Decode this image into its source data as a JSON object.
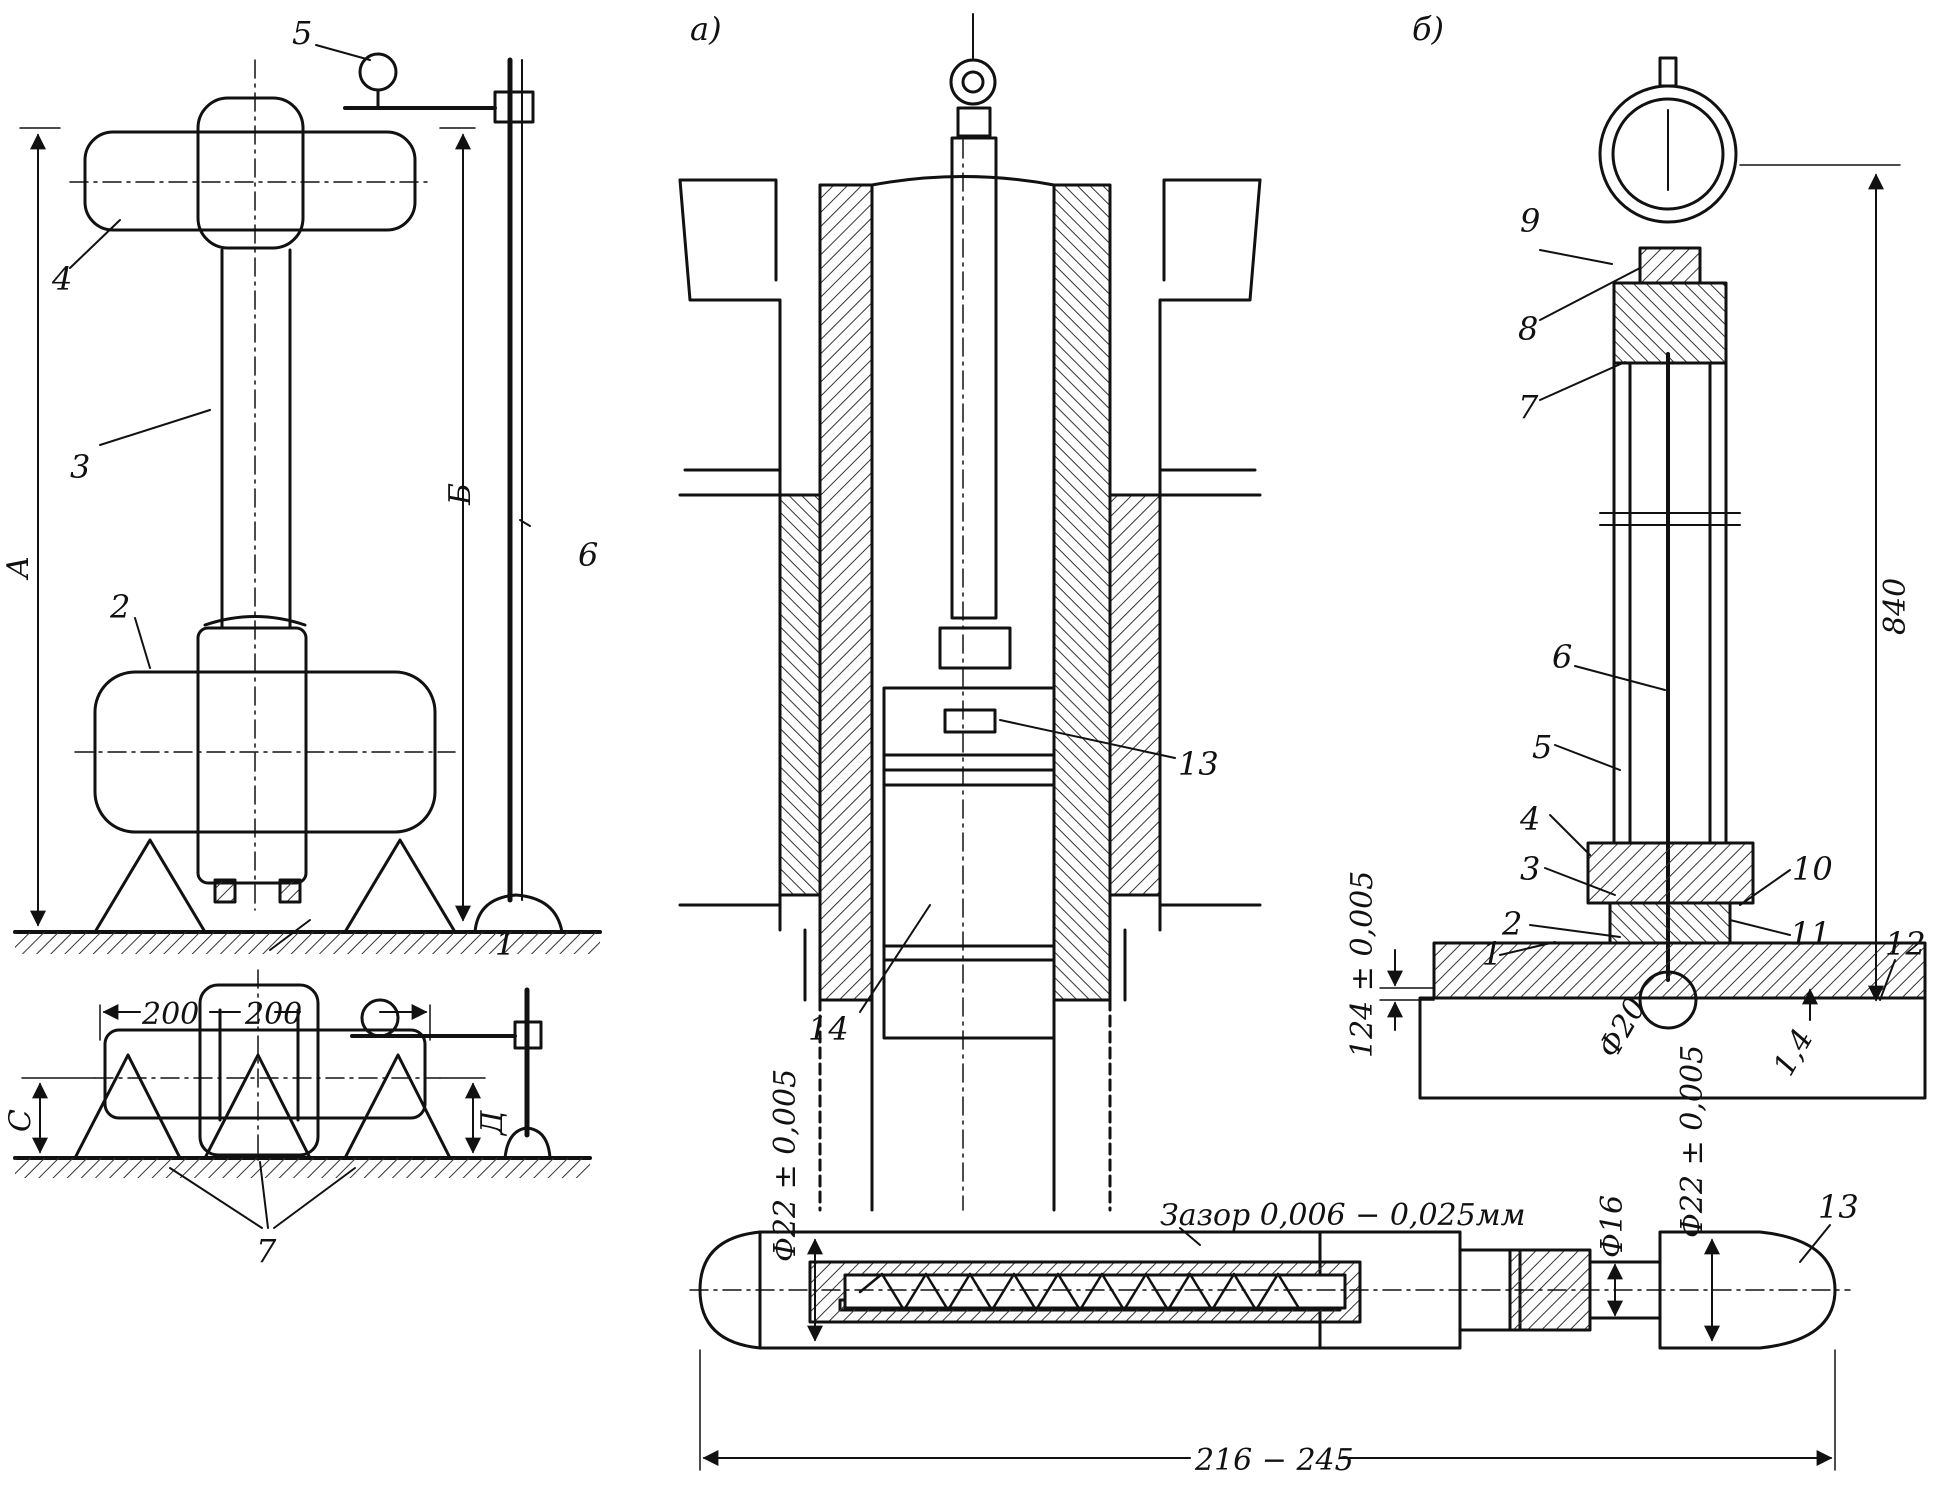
{
  "left_top": {
    "labels": [
      "1",
      "2",
      "3",
      "4",
      "5",
      "6"
    ],
    "dims": [
      "A",
      "Б"
    ]
  },
  "left_bottom": {
    "dim_200_left": "200",
    "dim_200_right": "200",
    "dims": [
      "С",
      "Д"
    ],
    "support_label": "7"
  },
  "panel_a": {
    "title": "а)",
    "labels": [
      "13",
      "14"
    ]
  },
  "panel_b": {
    "title": "б)",
    "labels": [
      "1",
      "2",
      "3",
      "4",
      "5",
      "6",
      "7",
      "8",
      "9",
      "10",
      "11",
      "12"
    ],
    "dims": {
      "height": "840",
      "step": "124 ± 0,005",
      "ball": "Ф20",
      "gap": "1,4"
    }
  },
  "plug": {
    "gap_note": "Зазор 0,006 − 0,025мм",
    "dia_left": "Ф22 ± 0,005",
    "dia_16": "Ф16",
    "dia_right": "Ф22 ± 0,005",
    "length": "216 − 245",
    "label": "13"
  },
  "colors": {
    "ink": "#111111",
    "hatch": "#333333",
    "paper": "#ffffff"
  }
}
